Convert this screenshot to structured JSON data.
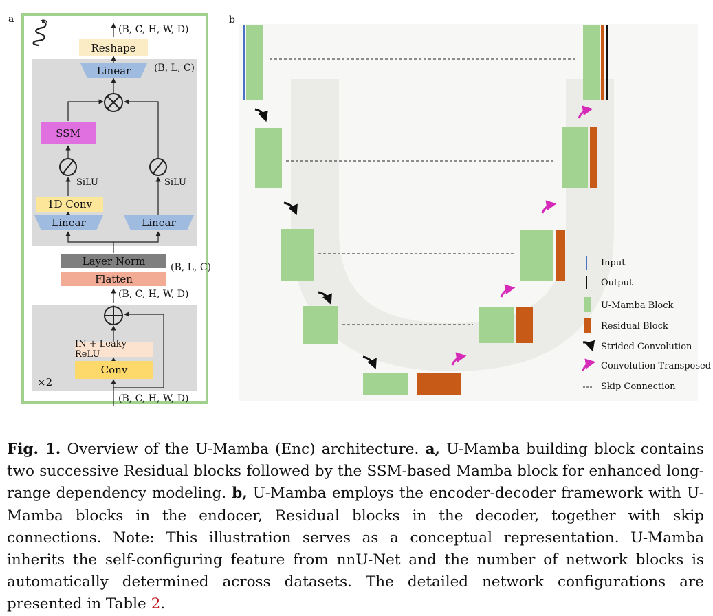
{
  "panel_a": {
    "letter": "a",
    "dim_top": "(B, C, H, W, D)",
    "reshape": "Reshape",
    "linear_top": "Linear",
    "dim_linear": "(B, L, C)",
    "ssm": "SSM",
    "silu_left": "SiLU",
    "silu_right": "SiLU",
    "conv1d": "1D Conv",
    "linear_left": "Linear",
    "linear_right": "Linear",
    "layer_norm": "Layer Norm",
    "flatten": "Flatten",
    "dim_norm": "(B, L, C)",
    "dim_mid": "(B, C, H, W, D)",
    "in_leaky": "IN + Leaky ReLU",
    "conv": "Conv",
    "repeat": "×2",
    "dim_bottom": "(B, C, H, W, D)"
  },
  "panel_b": {
    "letter": "b",
    "legend": {
      "input": "Input",
      "output": "Output",
      "umamba": "U-Mamba Block",
      "residual": "Residual Block",
      "strided": "Strided Convolution",
      "transposed": "Convolution Transposed",
      "skip": "Skip Connection"
    }
  },
  "colors": {
    "green": "#a3d391",
    "orange": "#c65a16",
    "blue": "#4a72c4",
    "magenta": "#d62ab8",
    "frame_green": "#9fd08c",
    "gray_panel": "#dadada",
    "reshape_fill": "#fcecc6",
    "conv_fill": "#fdd86a",
    "ssm_fill": "#e070e0",
    "linear_fill": "#9fbbe0",
    "flatten_fill": "#f2ab94",
    "norm_fill": "#7f7f7f"
  },
  "caption": {
    "fig": "Fig. 1.",
    "t1": " Overview of the U-Mamba (Enc) architecture. ",
    "a": "a,",
    "t2": " U-Mamba building block contains two successive Residual blocks followed by the SSM-based Mamba block for enhanced long-range dependency modeling. ",
    "b": "b,",
    "t3": " U-Mamba employs the encoder-decoder framework with U-Mamba blocks in the endocer, Residual blocks in the decoder, together with skip connections. Note: This illustration serves as a conceptual representation. U-Mamba inherits the self-configuring feature from nnU-Net and the number of network blocks is automatically determined across datasets. The detailed network configurations are presented in Table ",
    "ref": "2",
    "t4": "."
  }
}
